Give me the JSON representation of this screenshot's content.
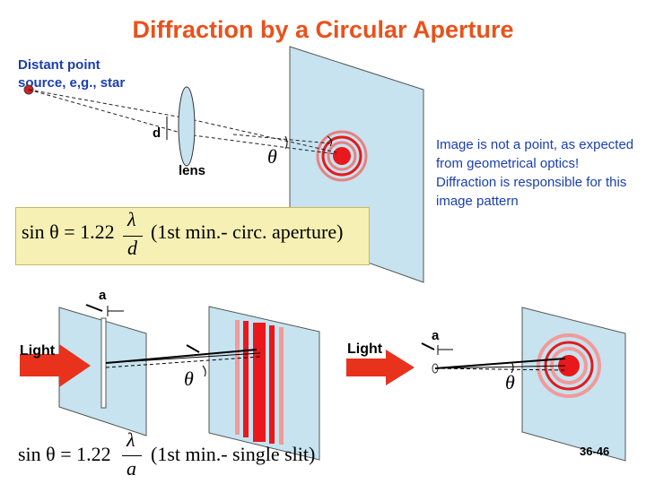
{
  "title": "Diffraction by a Circular Aperture",
  "source_label": {
    "line1": "Distant point",
    "line2": "source, e,g., star"
  },
  "d_label": "d",
  "lens_label": "lens",
  "theta_symbol": "θ",
  "image_note": "Image is not a point, as expected from geometrical optics! Diffraction is responsible for this image pattern",
  "formula_circular": {
    "lhs": "sin θ = 1.22",
    "numerator": "λ",
    "denominator": "d",
    "note": "(1st min.- circ. aperture)"
  },
  "formula_slit": {
    "lhs": "sin θ = 1.22",
    "numerator": "λ",
    "denominator": "a",
    "note": "(1st min.- single slit)"
  },
  "a_label": "a",
  "light_label": "Light",
  "page_number": "36-46",
  "colors": {
    "title": "#e8521c",
    "label_blue": "#1a3fae",
    "screen_fill": "#c6e3ef",
    "arrow_red": "#e8321c",
    "pattern_red": "#e8181c",
    "formula_bg": "#f7f0b4"
  }
}
